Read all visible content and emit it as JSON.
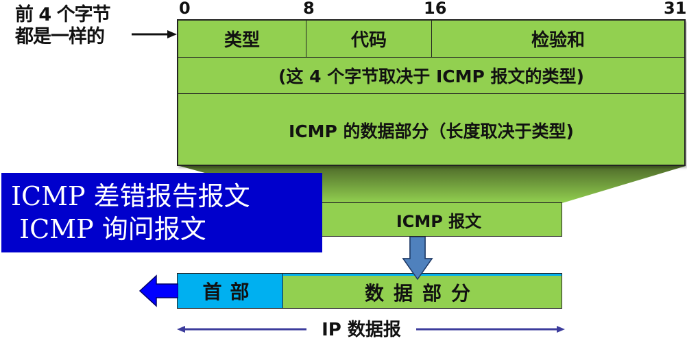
{
  "note": {
    "line1": "前 4 个字节",
    "line2": "都是一样的"
  },
  "bit_labels": [
    "0",
    "8",
    "16",
    "31"
  ],
  "icmp_header": {
    "fields": [
      {
        "label": "类型",
        "bits": "0-7"
      },
      {
        "label": "代码",
        "bits": "8-15"
      },
      {
        "label": "检验和",
        "bits": "16-31"
      }
    ],
    "second_row": "(这 4 个字节取决于 ICMP 报文的类型)",
    "data_row": "ICMP 的数据部分（长度取决于类型)"
  },
  "message_types": {
    "line1": "ICMP 差错报告报文",
    "line2": " ICMP 询问报文"
  },
  "icmp_message_label": "ICMP 报文",
  "ip_datagram": {
    "header_label": "首部",
    "data_label": "数据部分",
    "span_label": "IP 数据报"
  },
  "colors": {
    "green": "#92d050",
    "cyan": "#00b0f0",
    "blue_box": "#0000cc",
    "arrow_blue": "#4f81bd",
    "left_arrow": "#0000ff",
    "span_line": "#3c3c9c"
  }
}
